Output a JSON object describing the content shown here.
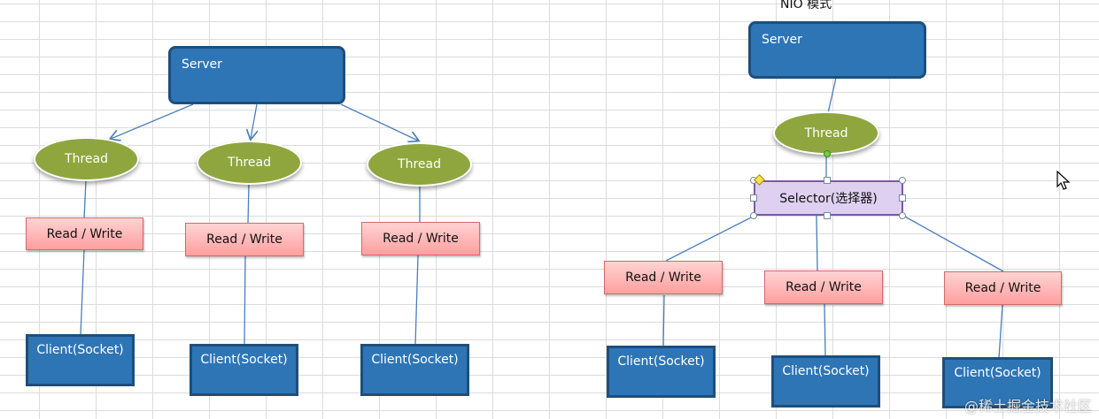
{
  "title": "NIO 模式",
  "watermark": "@稀土掘金技术社区",
  "colors": {
    "server_fill": "#2e75b6",
    "server_border": "#1f4e79",
    "thread_fill": "#8fa63e",
    "rw_fill": "#ffb3b3",
    "selector_fill": "#ddd0f0",
    "connector": "#4a7ebb"
  },
  "left_diagram": {
    "server": "Server",
    "threads": [
      "Thread",
      "Thread",
      "Thread"
    ],
    "read_writes": [
      "Read / Write",
      "Read / Write",
      "Read / Write"
    ],
    "clients": [
      "Client(Socket)",
      "Client(Socket)",
      "Client(Socket)"
    ]
  },
  "right_diagram": {
    "server": "Server",
    "thread": "Thread",
    "selector": "Selector(选择器)",
    "read_writes": [
      "Read / Write",
      "Read / Write",
      "Read / Write"
    ],
    "clients": [
      "Client(Socket)",
      "Client(Socket)",
      "Client(Socket)"
    ]
  }
}
